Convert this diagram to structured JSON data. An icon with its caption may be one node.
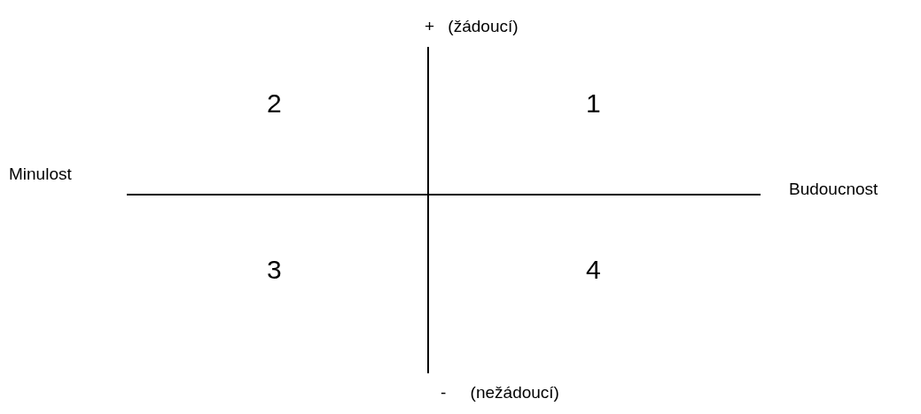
{
  "diagram": {
    "labels": [
      "+ (žádoucí)",
      "2",
      "1",
      "Minulost",
      "Budoucnost",
      "3",
      "4",
      "- (nežádoucí)"
    ]
  }
}
